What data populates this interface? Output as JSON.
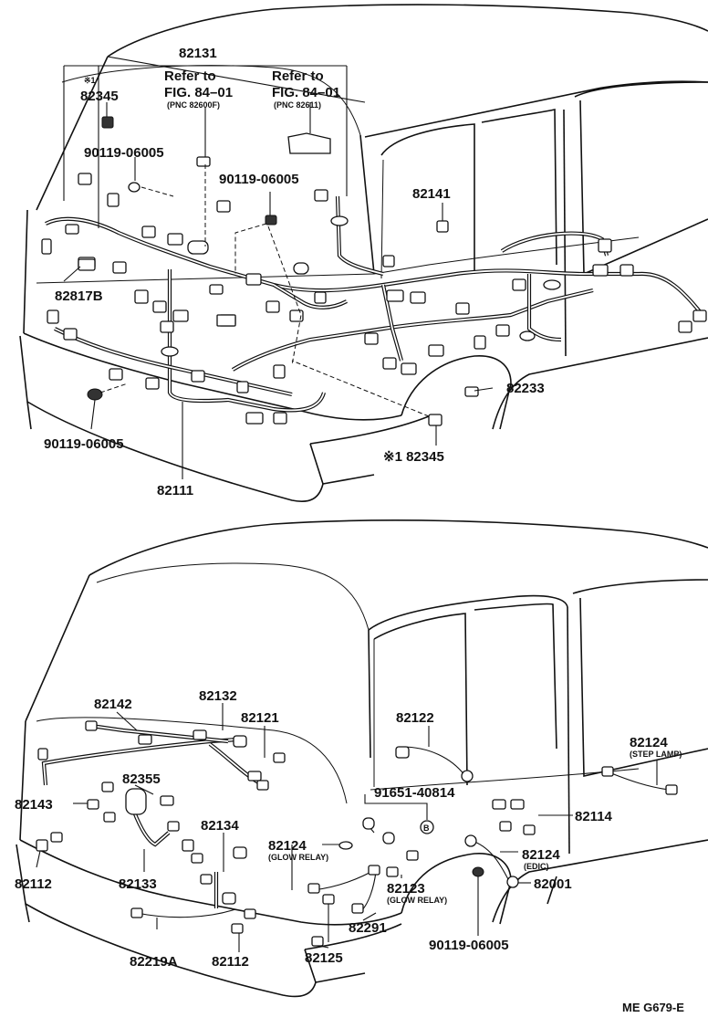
{
  "diagram": {
    "code": "ME G679-E",
    "top": {
      "labels": [
        {
          "id": "82131",
          "text": "82131"
        },
        {
          "id": "82345a_mark",
          "text": "※1"
        },
        {
          "id": "82345a",
          "text": "82345"
        },
        {
          "id": "ref1_line1",
          "text": "Refer to"
        },
        {
          "id": "ref1_line2",
          "text": "FIG. 84–01"
        },
        {
          "id": "ref1_line3",
          "text": "(PNC 82600F)"
        },
        {
          "id": "ref2_line1",
          "text": "Refer to"
        },
        {
          "id": "ref2_line2",
          "text": "FIG. 84–01"
        },
        {
          "id": "ref2_line3",
          "text": "(PNC 82611)"
        },
        {
          "id": "90119a",
          "text": "90119-06005"
        },
        {
          "id": "90119b",
          "text": "90119-06005"
        },
        {
          "id": "82141",
          "text": "82141"
        },
        {
          "id": "82817B",
          "text": "82817B"
        },
        {
          "id": "82233",
          "text": "82233"
        },
        {
          "id": "90119c",
          "text": "90119-06005"
        },
        {
          "id": "82345b",
          "text": "※1 82345"
        },
        {
          "id": "82111",
          "text": "82111"
        }
      ]
    },
    "bottom": {
      "labels": [
        {
          "id": "82142",
          "text": "82142"
        },
        {
          "id": "82132",
          "text": "82132"
        },
        {
          "id": "82121",
          "text": "82121"
        },
        {
          "id": "82122",
          "text": "82122"
        },
        {
          "id": "82124a",
          "text": "82124"
        },
        {
          "id": "82124a_sub",
          "text": "(STEP LAMP)"
        },
        {
          "id": "82355",
          "text": "82355"
        },
        {
          "id": "82143",
          "text": "82143"
        },
        {
          "id": "91651",
          "text": "91651-40814"
        },
        {
          "id": "82114",
          "text": "82114"
        },
        {
          "id": "82134",
          "text": "82134"
        },
        {
          "id": "82124b",
          "text": "82124"
        },
        {
          "id": "82124b_sub",
          "text": "(GLOW RELAY)"
        },
        {
          "id": "82124c",
          "text": "82124"
        },
        {
          "id": "82124c_sub",
          "text": "(EDIC)"
        },
        {
          "id": "82112a",
          "text": "82112"
        },
        {
          "id": "82133",
          "text": "82133"
        },
        {
          "id": "82123",
          "text": "82123"
        },
        {
          "id": "82123_sub",
          "text": "(GLOW RELAY)"
        },
        {
          "id": "82001",
          "text": "82001"
        },
        {
          "id": "82291",
          "text": "82291"
        },
        {
          "id": "90119d",
          "text": "90119-06005"
        },
        {
          "id": "82219A",
          "text": "82219A"
        },
        {
          "id": "82112b",
          "text": "82112"
        },
        {
          "id": "82125",
          "text": "82125"
        },
        {
          "id": "bolt_mark",
          "text": "B"
        }
      ]
    }
  }
}
